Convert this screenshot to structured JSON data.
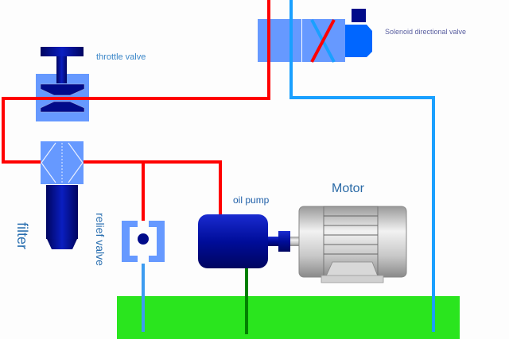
{
  "labels": {
    "throttle_valve": "throttle valve",
    "solenoid_valve": "Solenoid directional valve",
    "oil_pump": "oil pump",
    "motor": "Motor",
    "filter": "filter",
    "relief_valve": "relief valve"
  },
  "colors": {
    "pressure_line": "#ff0000",
    "return_line": "#1aa0ff",
    "suction_line": "#008000",
    "tank": "#2ae51e",
    "valve_body": "#6699ff",
    "component_dark": "#000b8a"
  },
  "icons": [
    "throttle-valve-icon",
    "solenoid-valve-icon",
    "filter-icon",
    "relief-valve-icon",
    "oil-pump-icon",
    "motor-icon",
    "tank-icon"
  ]
}
